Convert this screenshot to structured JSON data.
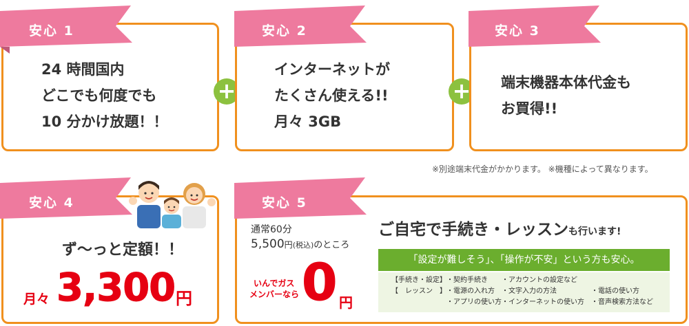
{
  "colors": {
    "border": "#f0901e",
    "ribbon": "#ee7a9e",
    "accent_red": "#e60012",
    "plus": "#8cc13f",
    "banner": "#6bae2e",
    "menu_bg": "#eef5e3"
  },
  "anshin1": {
    "label": "安心 1",
    "lines": [
      "24 時間国内",
      "どこでも何度でも",
      "10 分かけ放題！！"
    ]
  },
  "plus_sign": "+",
  "anshin2": {
    "label": "安心 2",
    "lines": [
      "インターネットが",
      "たくさん使える!!",
      "月々 3GB"
    ]
  },
  "anshin3": {
    "label": "安心 3",
    "lines": [
      "端末機器本体代金も",
      "お買得!!"
    ]
  },
  "note": "※別途端末代金がかかります。 ※機種によって異なります。",
  "anshin4": {
    "label": "安心 4",
    "headline": "ず〜っと定額！！",
    "price_prefix": "月々",
    "price": "3,300",
    "price_unit": "円",
    "illustration": "family-cheering-icon"
  },
  "anshin5": {
    "label": "安心 5",
    "normal_label": "通常60分",
    "normal_price": "5,500",
    "normal_price_unit": "円",
    "normal_tax": "(税込)",
    "normal_suffix": "のところ",
    "member_line1": "いんでガス",
    "member_line2": "メンバーなら",
    "zero": "0",
    "zero_unit": "円",
    "headline_main": "ご自宅で手続き・レッスン",
    "headline_suffix": "も行います!",
    "banner": "「設定が難しそう」、「操作が不安」という方も安心。",
    "menu_col1": [
      "【手続き・設定】",
      "【　レッスン　】"
    ],
    "menu_col2": [
      "・契約手続き",
      "・電源の入れ方",
      "・アプリの使い方"
    ],
    "menu_col3": [
      "・アカウントの設定など",
      "・文字入力の方法",
      "・インターネットの使い方"
    ],
    "menu_col4": [
      "・電話の使い方",
      "・音声検索方法など"
    ]
  }
}
